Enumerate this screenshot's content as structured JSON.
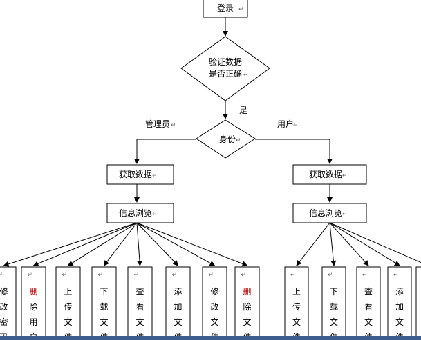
{
  "nodes": {
    "login": "登录",
    "verify_line1": "验证数据",
    "verify_line2": "是否正确",
    "identity": "身份",
    "admin_get": "获取数据",
    "admin_browse": "信息浏览",
    "user_get": "获取数据",
    "user_browse": "信息浏览"
  },
  "edges": {
    "yes": "是",
    "admin": "管理员",
    "user": "用户"
  },
  "admin_actions": [
    "修改密码",
    "删除用户",
    "上传文件",
    "下载文件",
    "查看文件",
    "添加文件",
    "修改文件",
    "删除文件"
  ],
  "user_actions": [
    "上传文件",
    "下载文件",
    "查看文件",
    "添加文件",
    ""
  ],
  "colors": {
    "line": "#000000",
    "bottom_bar": "#3d5d8f",
    "return_mark": "#6a6a6a",
    "highlight_char": "#c00000"
  }
}
